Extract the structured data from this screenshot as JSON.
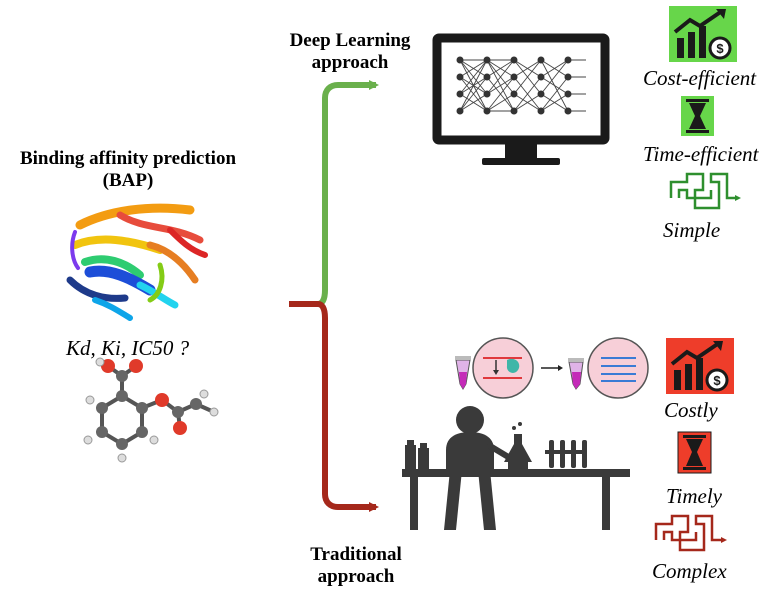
{
  "left": {
    "title_line1": "Binding affinity prediction",
    "title_line2": "(BAP)",
    "question": "Kd, Ki, IC50 ?"
  },
  "deep_learning": {
    "label_line1": "Deep Learning",
    "label_line2": "approach",
    "color": "#6ab04c"
  },
  "traditional": {
    "label_line1": "Traditional",
    "label_line2": "approach",
    "color": "#a5281b"
  },
  "benefits": {
    "cost": "Cost-efficient",
    "time": "Time-efficient",
    "simple": "Simple",
    "color": "#67d64a"
  },
  "drawbacks": {
    "cost": "Costly",
    "time": "Timely",
    "complex": "Complex",
    "color": "#ee3d2a"
  },
  "icons": {
    "growth_chart": "growth-chart-dollar-icon",
    "hourglass": "hourglass-icon",
    "maze": "maze-path-icon",
    "monitor": "neural-network-monitor-icon",
    "scientist": "scientist-lab-icon"
  }
}
